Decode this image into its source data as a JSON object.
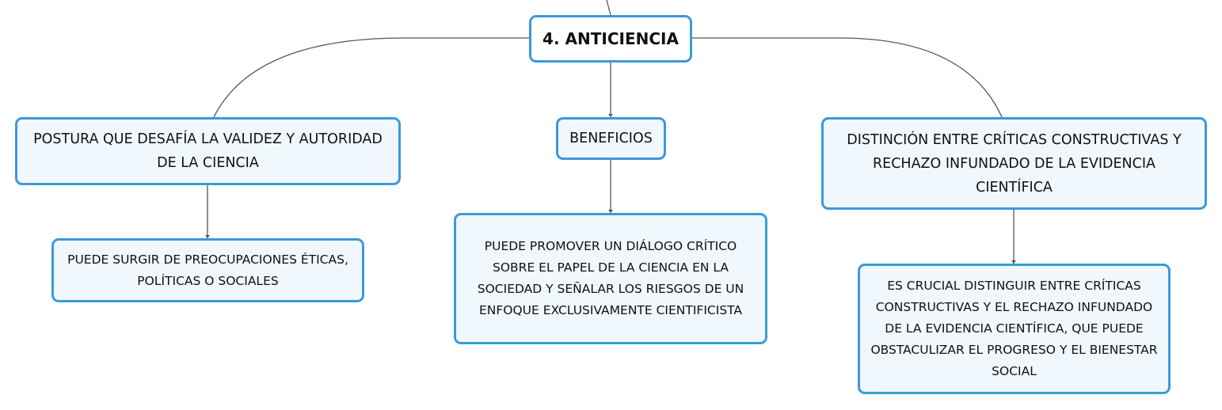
{
  "colors": {
    "node_border": "#3a9ad9",
    "node_fill": "#f0f7fd",
    "connector": "#555555"
  },
  "nodes": {
    "root": "4. ANTICIENCIA",
    "left": "POSTURA QUE DESAFÍA LA VALIDEZ Y AUTORIDAD DE LA CIENCIA",
    "middle": "BENEFICIOS",
    "right": "DISTINCIÓN ENTRE CRÍTICAS CONSTRUCTIVAS Y RECHAZO INFUNDADO DE LA EVIDENCIA CIENTÍFICA",
    "left_child": "PUEDE SURGIR DE PREOCUPACIONES ÉTICAS, POLÍTICAS O SOCIALES",
    "middle_child": "PUEDE PROMOVER UN DIÁLOGO CRÍTICO SOBRE EL PAPEL DE LA CIENCIA EN LA SOCIEDAD Y SEÑALAR LOS RIESGOS DE UN ENFOQUE EXCLUSIVAMENTE CIENTIFICISTA",
    "right_child": "ES CRUCIAL DISTINGUIR ENTRE CRÍTICAS CONSTRUCTIVAS Y EL RECHAZO INFUNDADO DE LA EVIDENCIA CIENTÍFICA, QUE PUEDE OBSTACULIZAR EL PROGRESO Y EL BIENESTAR SOCIAL"
  }
}
